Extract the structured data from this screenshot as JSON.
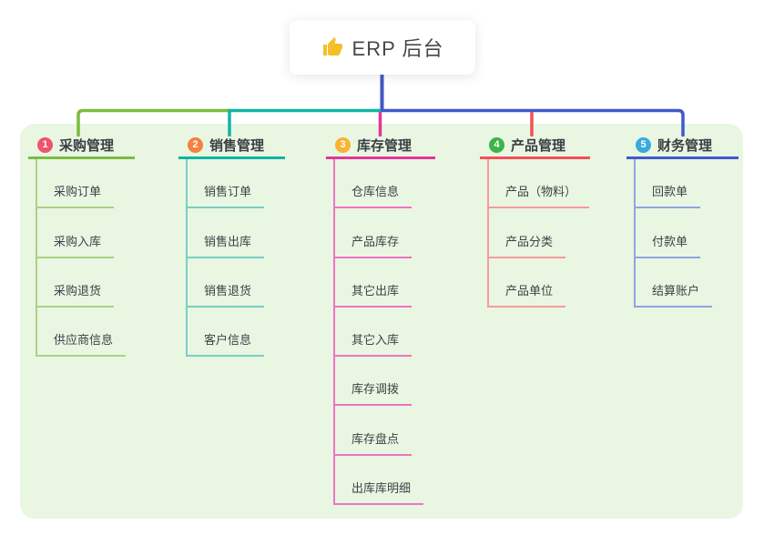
{
  "root": {
    "label": "ERP 后台",
    "icon": "thumbs-up-icon",
    "icon_color": "#f4c028"
  },
  "panel": {
    "background": "#e9f6e2"
  },
  "connector": {
    "root_drop_color": "#4356c6"
  },
  "branches": [
    {
      "index": "1",
      "title": "采购管理",
      "badge_color": "#f0546b",
      "line_color": "#7cbb41",
      "child_line_color": "#aad284",
      "children": [
        "采购订单",
        "采购入库",
        "采购退货",
        "供应商信息"
      ]
    },
    {
      "index": "2",
      "title": "销售管理",
      "badge_color": "#f5823e",
      "line_color": "#10b5a5",
      "child_line_color": "#77d0c3",
      "children": [
        "销售订单",
        "销售出库",
        "销售退货",
        "客户信息"
      ]
    },
    {
      "index": "3",
      "title": "库存管理",
      "badge_color": "#f9b233",
      "line_color": "#e0379a",
      "child_line_color": "#ef74c1",
      "children": [
        "仓库信息",
        "产品库存",
        "其它出库",
        "其它入库",
        "库存调拨",
        "库存盘点",
        "出库库明细"
      ]
    },
    {
      "index": "4",
      "title": "产品管理",
      "badge_color": "#3cb44a",
      "line_color": "#f25058",
      "child_line_color": "#f8999d",
      "children": [
        "产品（物料）",
        "产品分类",
        "产品单位"
      ]
    },
    {
      "index": "5",
      "title": "财务管理",
      "badge_color": "#3aa9dd",
      "line_color": "#4159cc",
      "child_line_color": "#90a5e1",
      "children": [
        "回款单",
        "付款单",
        "结算账户"
      ]
    }
  ]
}
